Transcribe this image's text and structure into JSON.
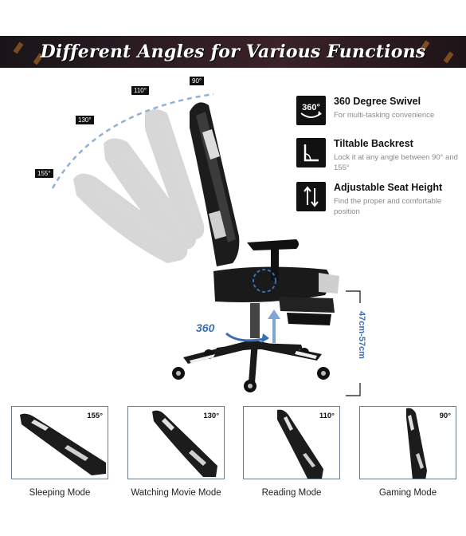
{
  "banner": {
    "title": "Different Angles for Various Functions"
  },
  "angles": {
    "a155": "155°",
    "a130": "130°",
    "a110": "110°",
    "a90": "90°"
  },
  "features": [
    {
      "icon": "swivel-360-icon",
      "icon_text": "360°",
      "title": "360 Degree Swivel",
      "desc": "For multi-tasking convenience"
    },
    {
      "icon": "backrest-angle-icon",
      "title": "Tiltable Backrest",
      "desc": "Lock it at any angle between 90° and 155°"
    },
    {
      "icon": "height-arrows-icon",
      "title": "Adjustable Seat Height",
      "desc": "Find the proper and comfortable position"
    }
  ],
  "swivel_label": "360",
  "height_range": "47cm-57cm",
  "modes": [
    {
      "angle": "155°",
      "label": "Sleeping Mode"
    },
    {
      "angle": "130°",
      "label": "Watching Movie Mode"
    },
    {
      "angle": "110°",
      "label": "Reading Mode"
    },
    {
      "angle": "90°",
      "label": "Gaming Mode"
    }
  ],
  "colors": {
    "accent": "#3a6fb7",
    "dark": "#111111",
    "banner": "#2a1c22"
  }
}
